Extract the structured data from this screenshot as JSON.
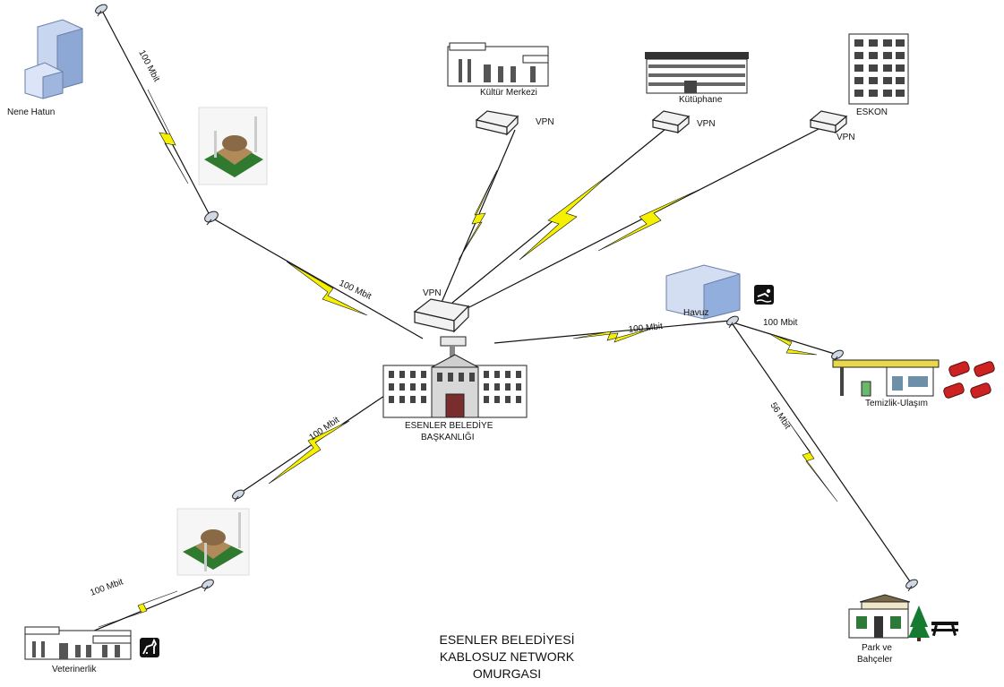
{
  "title": {
    "lines": [
      "ESENLER BELEDİYESİ",
      "KABLOSUZ NETWORK",
      "OMURGASI"
    ]
  },
  "center": {
    "label_lines": [
      "ESENLER  BELEDİYE",
      "BAŞKANLIĞI"
    ],
    "vpn_label": "VPN"
  },
  "sites": {
    "nene_hatun": "Nene Hatun",
    "kultur_merkezi": "Kültür Merkezi",
    "kutuphane": "Kütüphane",
    "eskon": "ESKON",
    "havuz": "Havuz",
    "temizlik": "Temizlik-Ulaşım",
    "park": [
      "Park ve",
      "Bahçeler"
    ],
    "veterinerlik": "Veterinerlik"
  },
  "vpn_labels": {
    "kultur": "VPN",
    "kutuphane": "VPN",
    "eskon": "VPN"
  },
  "links": {
    "nene_top": "100 Mbit",
    "nene_center": "100 Mbit",
    "havuz": "100 Mbit",
    "havuz_temizlik": "100 Mbit",
    "havuz_park": "56 Mbit",
    "vet_center": "100 Mbit",
    "vet_link": "100 Mbit"
  },
  "icons": [
    "building-icon",
    "mosque-icon",
    "satellite-dish-icon",
    "vpn-router-icon",
    "swimming-icon",
    "car-icon",
    "tree-icon",
    "picnic-table-icon",
    "horse-icon",
    "municipal-building-icon"
  ]
}
